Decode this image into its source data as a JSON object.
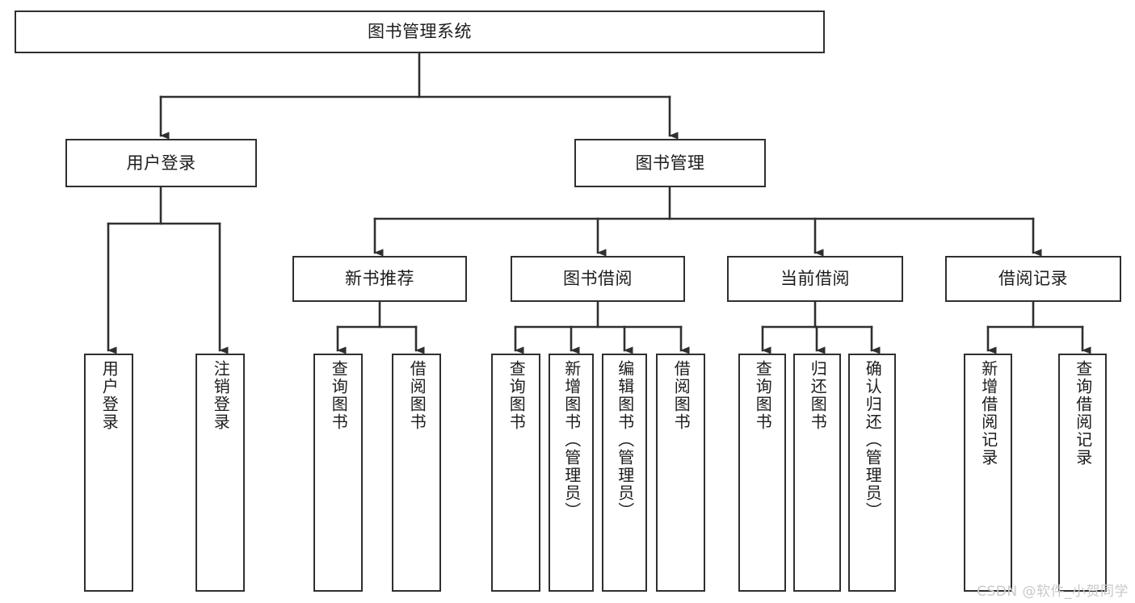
{
  "diagram": {
    "title": "图书管理系统",
    "type": "function-structure-tree",
    "watermark": "CSDN @软件_小贺同学",
    "colors": {
      "stroke": "#2f2f2f",
      "fill": "#ffffff",
      "text": "#1c1c1c",
      "watermark": "#c9c9c9"
    },
    "levels": {
      "root": "图书管理系统",
      "level1": [
        "用户登录",
        "图书管理"
      ],
      "level2": [
        "新书推荐",
        "图书借阅",
        "当前借阅",
        "借阅记录"
      ]
    },
    "nodes": {
      "root": {
        "label": "图书管理系统"
      },
      "user_login": {
        "label": "用户登录"
      },
      "book_manage": {
        "label": "图书管理"
      },
      "new_book_rec": {
        "label": "新书推荐"
      },
      "book_borrow": {
        "label": "图书借阅"
      },
      "current_borrow": {
        "label": "当前借阅"
      },
      "borrow_record": {
        "label": "借阅记录"
      },
      "leaf_user_login": {
        "label": "用户登录"
      },
      "leaf_logout": {
        "label": "注销登录"
      },
      "leaf_query_book_rec": {
        "label": "查询图书"
      },
      "leaf_borrow_book_rec": {
        "label": "借阅图书"
      },
      "leaf_query_book_b": {
        "label": "查询图书"
      },
      "leaf_add_book": {
        "label": "新增图书（管理员）"
      },
      "leaf_edit_book": {
        "label": "编辑图书（管理员）"
      },
      "leaf_borrow_book_b": {
        "label": "借阅图书"
      },
      "leaf_query_book_c": {
        "label": "查询图书"
      },
      "leaf_return_book": {
        "label": "归还图书"
      },
      "leaf_confirm_return": {
        "label": "确认归还（管理员）"
      },
      "leaf_add_record": {
        "label": "新增借阅记录"
      },
      "leaf_query_record": {
        "label": "查询借阅记录"
      }
    },
    "edges": [
      {
        "from": "root",
        "to": "user_login"
      },
      {
        "from": "root",
        "to": "book_manage"
      },
      {
        "from": "user_login",
        "to": "leaf_user_login"
      },
      {
        "from": "user_login",
        "to": "leaf_logout"
      },
      {
        "from": "book_manage",
        "to": "new_book_rec"
      },
      {
        "from": "book_manage",
        "to": "book_borrow"
      },
      {
        "from": "book_manage",
        "to": "current_borrow"
      },
      {
        "from": "book_manage",
        "to": "borrow_record"
      },
      {
        "from": "new_book_rec",
        "to": "leaf_query_book_rec"
      },
      {
        "from": "new_book_rec",
        "to": "leaf_borrow_book_rec"
      },
      {
        "from": "book_borrow",
        "to": "leaf_query_book_b"
      },
      {
        "from": "book_borrow",
        "to": "leaf_add_book"
      },
      {
        "from": "book_borrow",
        "to": "leaf_edit_book"
      },
      {
        "from": "book_borrow",
        "to": "leaf_borrow_book_b"
      },
      {
        "from": "current_borrow",
        "to": "leaf_query_book_c"
      },
      {
        "from": "current_borrow",
        "to": "leaf_return_book"
      },
      {
        "from": "current_borrow",
        "to": "leaf_confirm_return"
      },
      {
        "from": "borrow_record",
        "to": "leaf_add_record"
      },
      {
        "from": "borrow_record",
        "to": "leaf_query_record"
      }
    ]
  }
}
